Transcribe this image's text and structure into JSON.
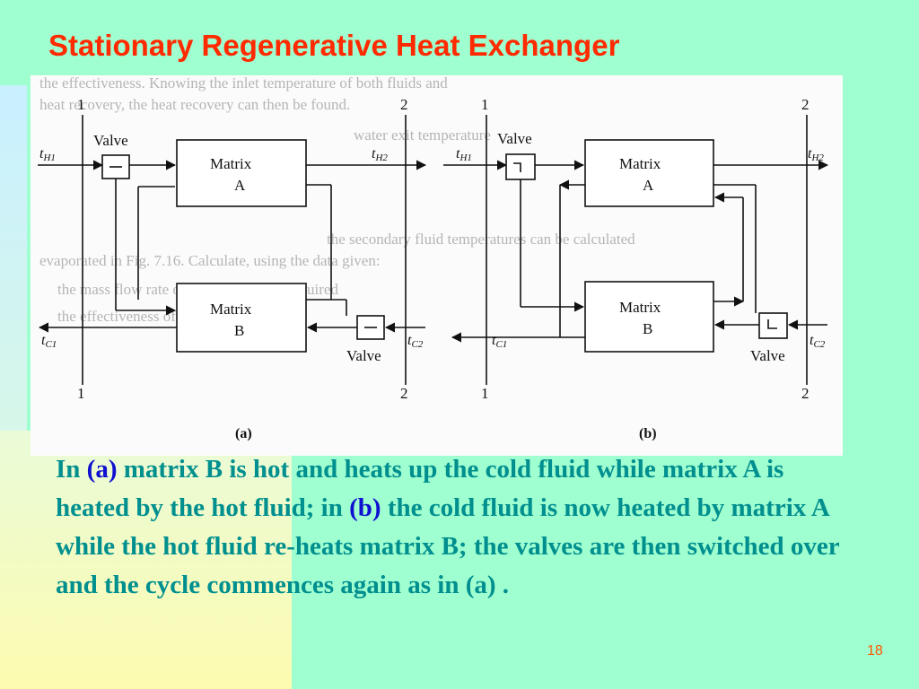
{
  "slide": {
    "title": "Stationary Regenerative Heat Exchanger",
    "page_number": "18"
  },
  "caption": {
    "part1": "In ",
    "ref_a": "(a)",
    "part2": " matrix B is hot and heats up the cold fluid while matrix A is heated by the hot fluid; in ",
    "ref_b": "(b)",
    "part3": " the cold fluid is now heated by matrix A while the hot fluid re-heats matrix B; the valves are then switched over and the cycle commences again as in (a) ."
  },
  "figure": {
    "panel_a": {
      "label": "(a)",
      "matrix_a": [
        "Matrix",
        "A"
      ],
      "matrix_b": [
        "Matrix",
        "B"
      ],
      "valve_top": "Valve",
      "valve_bottom": "Valve",
      "t_h1": [
        "t",
        "H1"
      ],
      "t_h2": [
        "t",
        "H2"
      ],
      "t_c1": [
        "t",
        "C1"
      ],
      "t_c2": [
        "t",
        "C2"
      ],
      "station_1": "1",
      "station_2": "2"
    },
    "panel_b": {
      "label": "(b)",
      "matrix_a": [
        "Matrix",
        "A"
      ],
      "matrix_b": [
        "Matrix",
        "B"
      ],
      "valve_top": "Valve",
      "valve_bottom": "Valve",
      "t_h1": [
        "t",
        "H1"
      ],
      "t_h2": [
        "t",
        "H2"
      ],
      "t_c1": [
        "t",
        "C1"
      ],
      "t_c2": [
        "t",
        "C2"
      ],
      "station_1": "1",
      "station_2": "2"
    },
    "background_text": [
      "the effectiveness. Knowing the inlet temperature of both fluids and",
      "heat recovery, the heat recovery can then be found.",
      "water exit temperature",
      "the secondary fluid temperatures can be calculated",
      "evaporated in Fig. 7.16. Calculate, using the data given:",
      "the mass flow rate of secondary fluid required",
      "the effectiveness of the heat transfer"
    ]
  }
}
